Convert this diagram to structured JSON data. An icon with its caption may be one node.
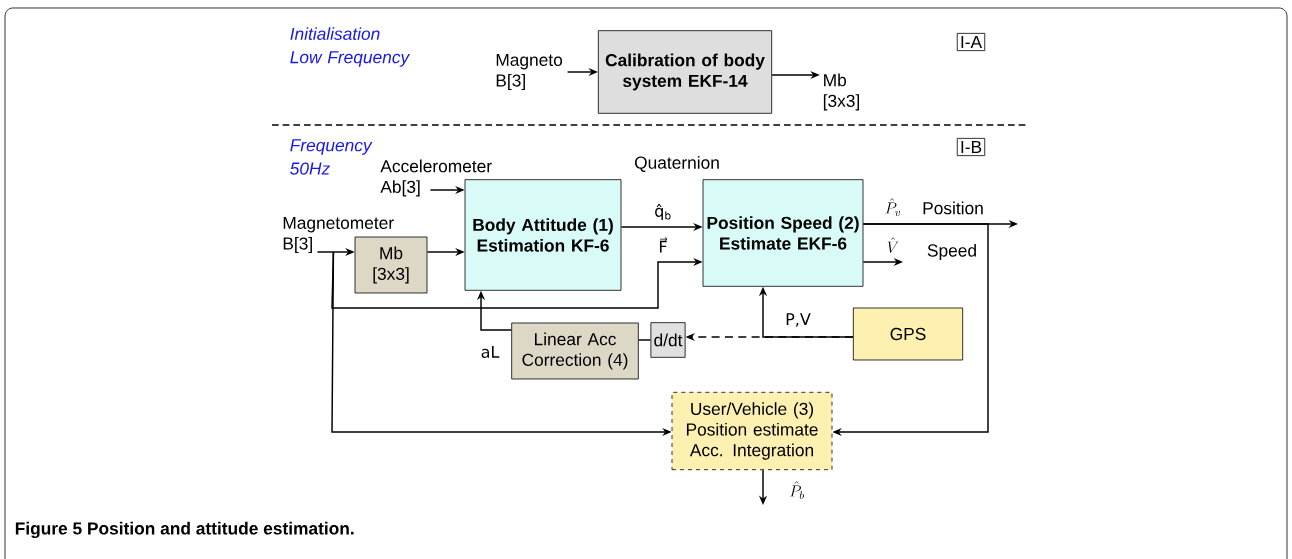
{
  "diagram": {
    "caption": "Figure 5 Position and attitude estimation.",
    "nodes": [
      {
        "text": [
          "Magneto B[3]"
        ]
      },
      {
        "text": [
          "Calibration of body system EKF-14"
        ]
      },
      {
        "text": [
          "Mb [3x3]"
        ]
      },
      {
        "text": [
          "I-A"
        ]
      },
      {
        "text": [
          "I-B"
        ]
      },
      {
        "text": [
          "Accelerometer Ab[3]"
        ]
      },
      {
        "text": [
          "Magnetometer B[3]"
        ]
      },
      {
        "text": [
          "Mb [3x3]"
        ]
      },
      {
        "text": [
          "Body Attitude (1) Estimation KF-6"
        ]
      },
      {
        "text": [
          "Position Speed (2) Estimate EKF-6"
        ]
      },
      {
        "text": [
          "Linear Acc Correction (4)"
        ]
      },
      {
        "text": [
          "d/dt"
        ]
      },
      {
        "text": [
          "GPS"
        ]
      },
      {
        "text": [
          "User/Vehicle (3) Position estimate Acc. Integration"
        ]
      }
    ],
    "edges": [
      {
        "from": 0,
        "to": 1,
        "arrow": "to"
      },
      {
        "from": 1,
        "to": 2,
        "arrow": "to"
      },
      {
        "from": 5,
        "to": 8,
        "arrow": "to"
      },
      {
        "from": 6,
        "to": 7,
        "arrow": "to"
      },
      {
        "from": 7,
        "to": 8,
        "arrow": "to"
      },
      {
        "from": 8,
        "to": 9,
        "arrow": "to",
        "label": "q̂$_{b}$"
      },
      {
        "from": 6,
        "to": 9,
        "arrow": "to",
        "label": "F⃗"
      },
      {
        "from": 6,
        "to": 13,
        "arrow": "to"
      },
      {
        "from": 10,
        "to": 8,
        "arrow": "to",
        "label": "aL"
      },
      {
        "from": 11,
        "to": 10,
        "arrow": "none"
      },
      {
        "from": 12,
        "to": 11,
        "arrow": "to",
        "style": "dashed"
      },
      {
        "from": 12,
        "to": 9,
        "arrow": "to",
        "label": "P,V"
      },
      {
        "from": 9,
        "to": null,
        "arrow": "to",
        "label": "\\hat{P}_{v}"
      },
      {
        "from": 9,
        "to": null,
        "arrow": "to",
        "label": "\\hat{V}"
      },
      {
        "from": 9,
        "to": 13,
        "arrow": "to"
      },
      {
        "from": 13,
        "to": null,
        "arrow": "to",
        "label": "\\hat{P}_{b}"
      }
    ],
    "labels": [
      "Initialisation Low Frequency",
      "Frequency 50Hz",
      "Quaternion",
      "Position",
      "Speed"
    ]
  }
}
